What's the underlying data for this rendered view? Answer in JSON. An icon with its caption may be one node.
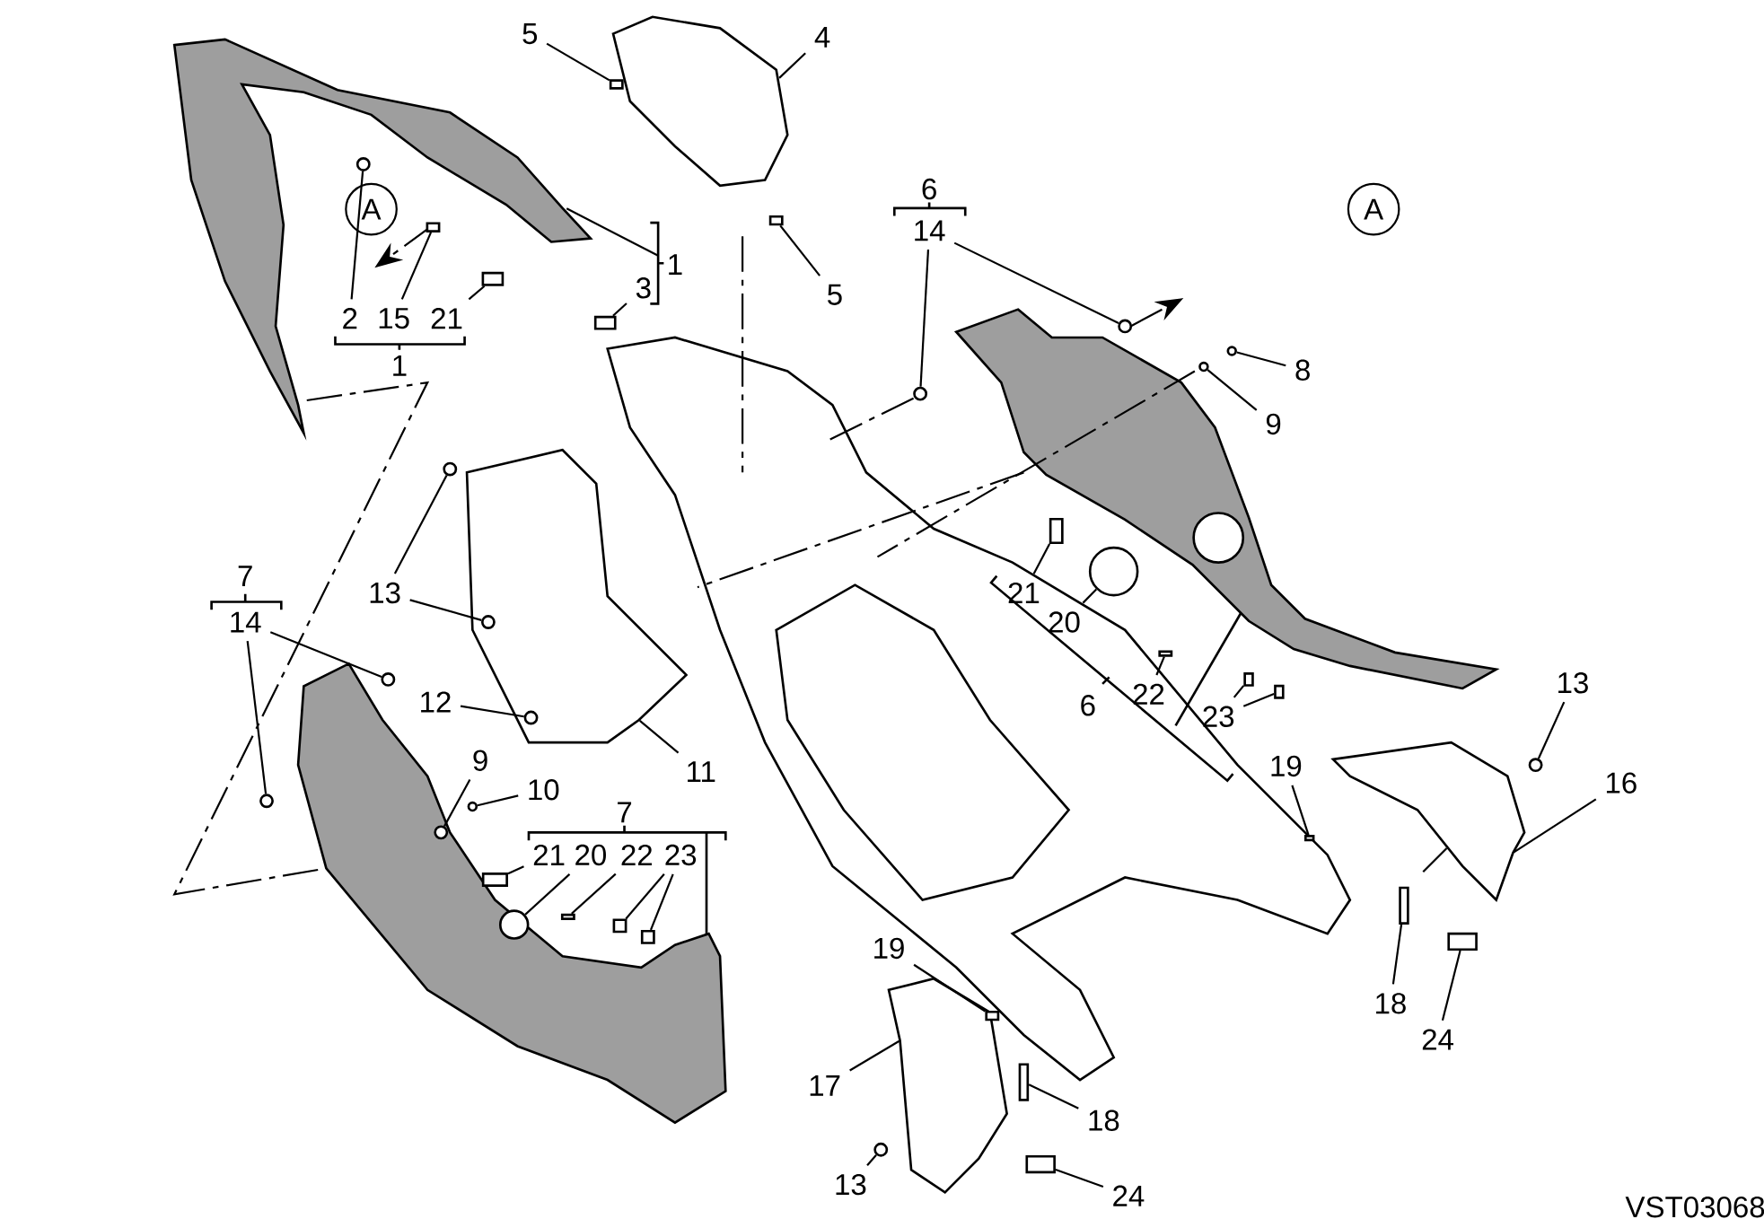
{
  "diagram": {
    "nodes": [
      {
        "text": [
          "5"
        ]
      },
      {
        "text": [
          "4"
        ]
      },
      {
        "text": [
          "2"
        ]
      },
      {
        "text": [
          "15"
        ]
      },
      {
        "text": [
          "21"
        ]
      },
      {
        "text": [
          "1"
        ]
      },
      {
        "text": [
          "3"
        ]
      },
      {
        "text": [
          "5"
        ]
      },
      {
        "text": [
          "14"
        ]
      },
      {
        "text": [
          "8"
        ]
      },
      {
        "text": [
          "9"
        ]
      },
      {
        "text": [
          "13"
        ]
      },
      {
        "text": [
          "14"
        ]
      },
      {
        "text": [
          "12"
        ]
      },
      {
        "text": [
          "11"
        ]
      },
      {
        "text": [
          "9"
        ]
      },
      {
        "text": [
          "10"
        ]
      },
      {
        "text": [
          "21"
        ]
      },
      {
        "text": [
          "20"
        ]
      },
      {
        "text": [
          "22"
        ]
      },
      {
        "text": [
          "23"
        ]
      },
      {
        "text": [
          "21"
        ]
      },
      {
        "text": [
          "20"
        ]
      },
      {
        "text": [
          "22"
        ]
      },
      {
        "text": [
          "23"
        ]
      },
      {
        "text": [
          "13"
        ]
      },
      {
        "text": [
          "16"
        ]
      },
      {
        "text": [
          "19"
        ]
      },
      {
        "text": [
          "18"
        ]
      },
      {
        "text": [
          "24"
        ]
      },
      {
        "text": [
          "19"
        ]
      },
      {
        "text": [
          "17"
        ]
      },
      {
        "text": [
          "18"
        ]
      },
      {
        "text": [
          "13"
        ]
      },
      {
        "text": [
          "24"
        ]
      },
      {
        "text": [],
        "shape": "box"
      },
      {
        "text": [],
        "shape": "picture"
      },
      {
        "text": [],
        "shape": "circle"
      },
      {
        "text": [],
        "shape": "box"
      },
      {
        "text": [],
        "shape": "box"
      },
      {
        "text": [],
        "shape": "picture"
      },
      {
        "text": [],
        "shape": "box"
      },
      {
        "text": [],
        "shape": "box"
      },
      {
        "text": [],
        "shape": "circle"
      },
      {
        "text": [],
        "shape": "circle"
      },
      {
        "text": [],
        "shape": "circle"
      },
      {
        "text": [],
        "shape": "circle"
      },
      {
        "text": [],
        "shape": "circle"
      },
      {
        "text": [],
        "shape": "circle",
        "in": 52
      },
      {
        "text": [],
        "shape": "circle"
      },
      {
        "text": [],
        "shape": "circle"
      },
      {
        "text": [],
        "shape": "circle",
        "in": 52
      },
      {
        "text": [],
        "shape": "picture"
      },
      {
        "text": [],
        "shape": "circle",
        "in": 75
      },
      {
        "text": [],
        "shape": "circle"
      },
      {
        "text": [],
        "shape": "box"
      },
      {
        "text": [],
        "shape": "circle",
        "in": 75
      },
      {
        "text": [],
        "shape": "box"
      },
      {
        "text": [],
        "shape": "box"
      },
      {
        "text": [],
        "shape": "box"
      },
      {
        "text": [],
        "shape": "box"
      },
      {
        "text": [],
        "shape": "circle"
      },
      {
        "text": [],
        "shape": "box"
      },
      {
        "text": [],
        "shape": "box"
      },
      {
        "text": [],
        "shape": "box"
      },
      {
        "text": [],
        "shape": "circle"
      },
      {
        "text": [],
        "shape": "picture"
      },
      {
        "text": [],
        "shape": "box"
      },
      {
        "text": [],
        "shape": "box"
      },
      {
        "text": [],
        "shape": "box"
      },
      {
        "text": [],
        "shape": "box"
      },
      {
        "text": [],
        "shape": "picture"
      },
      {
        "text": [],
        "shape": "box"
      },
      {
        "text": [],
        "shape": "circle"
      },
      {
        "text": [],
        "shape": "box"
      },
      {
        "text": [],
        "shape": "picture"
      },
      {
        "text": [
          "A"
        ]
      },
      {
        "text": [
          "A"
        ]
      }
    ],
    "edges": [
      {
        "from": 0,
        "to": 35,
        "arrow": "none"
      },
      {
        "from": 1,
        "to": 36,
        "arrow": "none"
      },
      {
        "from": 2,
        "to": 37,
        "arrow": "none"
      },
      {
        "from": 3,
        "to": 38,
        "arrow": "none"
      },
      {
        "from": 4,
        "to": 39,
        "arrow": "none"
      },
      {
        "from": 5,
        "to": 40,
        "arrow": "none"
      },
      {
        "from": 6,
        "to": 41,
        "arrow": "none"
      },
      {
        "from": 7,
        "to": 42,
        "arrow": "none"
      },
      {
        "from": 8,
        "to": 43,
        "arrow": "none"
      },
      {
        "from": 8,
        "to": 44,
        "arrow": "none"
      },
      {
        "from": 9,
        "to": 45,
        "arrow": "none"
      },
      {
        "from": 10,
        "to": 46,
        "arrow": "none"
      },
      {
        "from": 11,
        "to": 47,
        "arrow": "none"
      },
      {
        "from": 11,
        "to": 48,
        "arrow": "none"
      },
      {
        "from": 12,
        "to": 49,
        "arrow": "none"
      },
      {
        "from": 12,
        "to": 50,
        "arrow": "none"
      },
      {
        "from": 13,
        "to": 51,
        "arrow": "none"
      },
      {
        "from": 14,
        "to": 52,
        "arrow": "none"
      },
      {
        "from": 15,
        "to": 53,
        "arrow": "none"
      },
      {
        "from": 16,
        "to": 54,
        "arrow": "none"
      },
      {
        "from": 17,
        "to": 55,
        "arrow": "none"
      },
      {
        "from": 18,
        "to": 56,
        "arrow": "none"
      },
      {
        "from": 19,
        "to": 57,
        "arrow": "none"
      },
      {
        "from": 20,
        "to": 58,
        "arrow": "none"
      },
      {
        "from": 20,
        "to": 59,
        "arrow": "none"
      },
      {
        "from": 21,
        "to": 60,
        "arrow": "none"
      },
      {
        "from": 22,
        "to": 61,
        "arrow": "none"
      },
      {
        "from": 23,
        "to": 62,
        "arrow": "none"
      },
      {
        "from": 24,
        "to": 63,
        "arrow": "none"
      },
      {
        "from": 24,
        "to": 64,
        "arrow": "none"
      },
      {
        "from": 25,
        "to": 65,
        "arrow": "none"
      },
      {
        "from": 26,
        "to": 66,
        "arrow": "none"
      },
      {
        "from": 27,
        "to": 67,
        "arrow": "none"
      },
      {
        "from": 28,
        "to": 68,
        "arrow": "none"
      },
      {
        "from": 29,
        "to": 69,
        "arrow": "none"
      },
      {
        "from": 30,
        "to": 70,
        "arrow": "none"
      },
      {
        "from": 31,
        "to": 71,
        "arrow": "none"
      },
      {
        "from": 32,
        "to": 72,
        "arrow": "none"
      },
      {
        "from": 33,
        "to": 73,
        "arrow": "none"
      },
      {
        "from": 34,
        "to": 74,
        "arrow": "none"
      },
      {
        "from": 40,
        "to": 75,
        "arrow": "none",
        "style": "dashed"
      }
    ],
    "labels": [
      "6",
      "1",
      "7",
      "6",
      "7",
      "VST03068"
    ]
  }
}
